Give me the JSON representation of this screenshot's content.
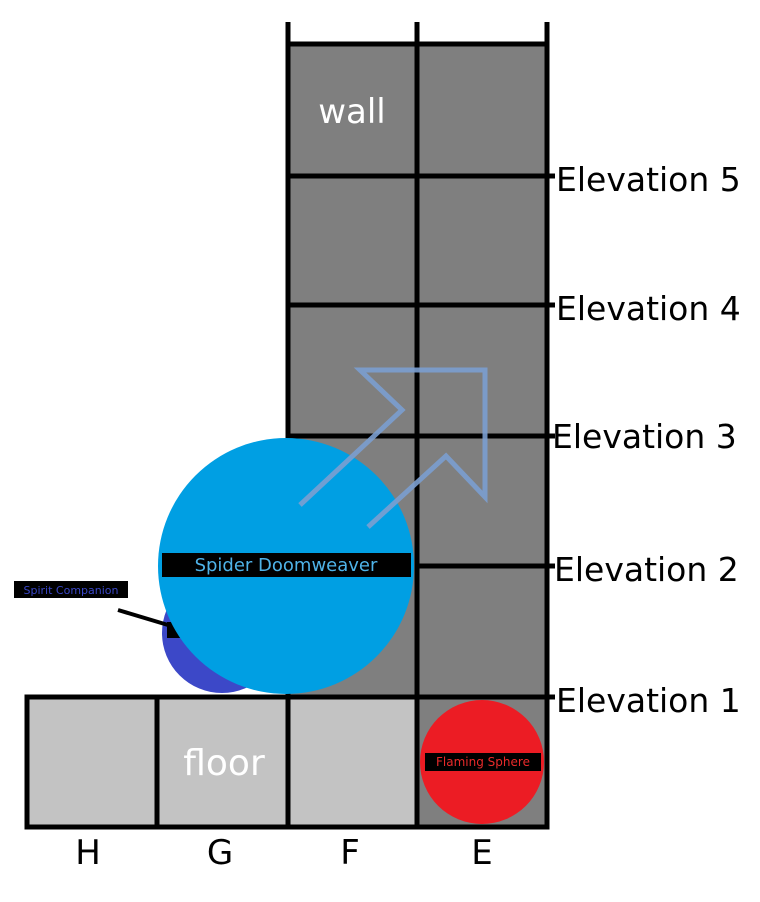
{
  "labels": {
    "wall": "wall",
    "floor": "floor"
  },
  "elevations": [
    "Elevation 5",
    "Elevation 4",
    "Elevation 3",
    "Elevation 2",
    "Elevation 1"
  ],
  "columns": [
    "H",
    "G",
    "F",
    "E"
  ],
  "tokens": {
    "spider": {
      "name": "Spider Doomweaver",
      "color": "#009fe3",
      "label_color": "#4fb3e8"
    },
    "spirit": {
      "name": "Spirit Companion",
      "color": "#3c48c8",
      "label_color": "#3a47c8"
    },
    "sphere": {
      "name": "Flaming Sphere",
      "color": "#ec1c24",
      "label_color": "#e82a2a"
    }
  },
  "colors": {
    "wall": "#7f7f7f",
    "floor": "#c3c3c3",
    "arrow": "#7b9fd0",
    "grid": "#000000"
  },
  "icons": {
    "movement_arrow": "up-right-arrow-icon"
  }
}
